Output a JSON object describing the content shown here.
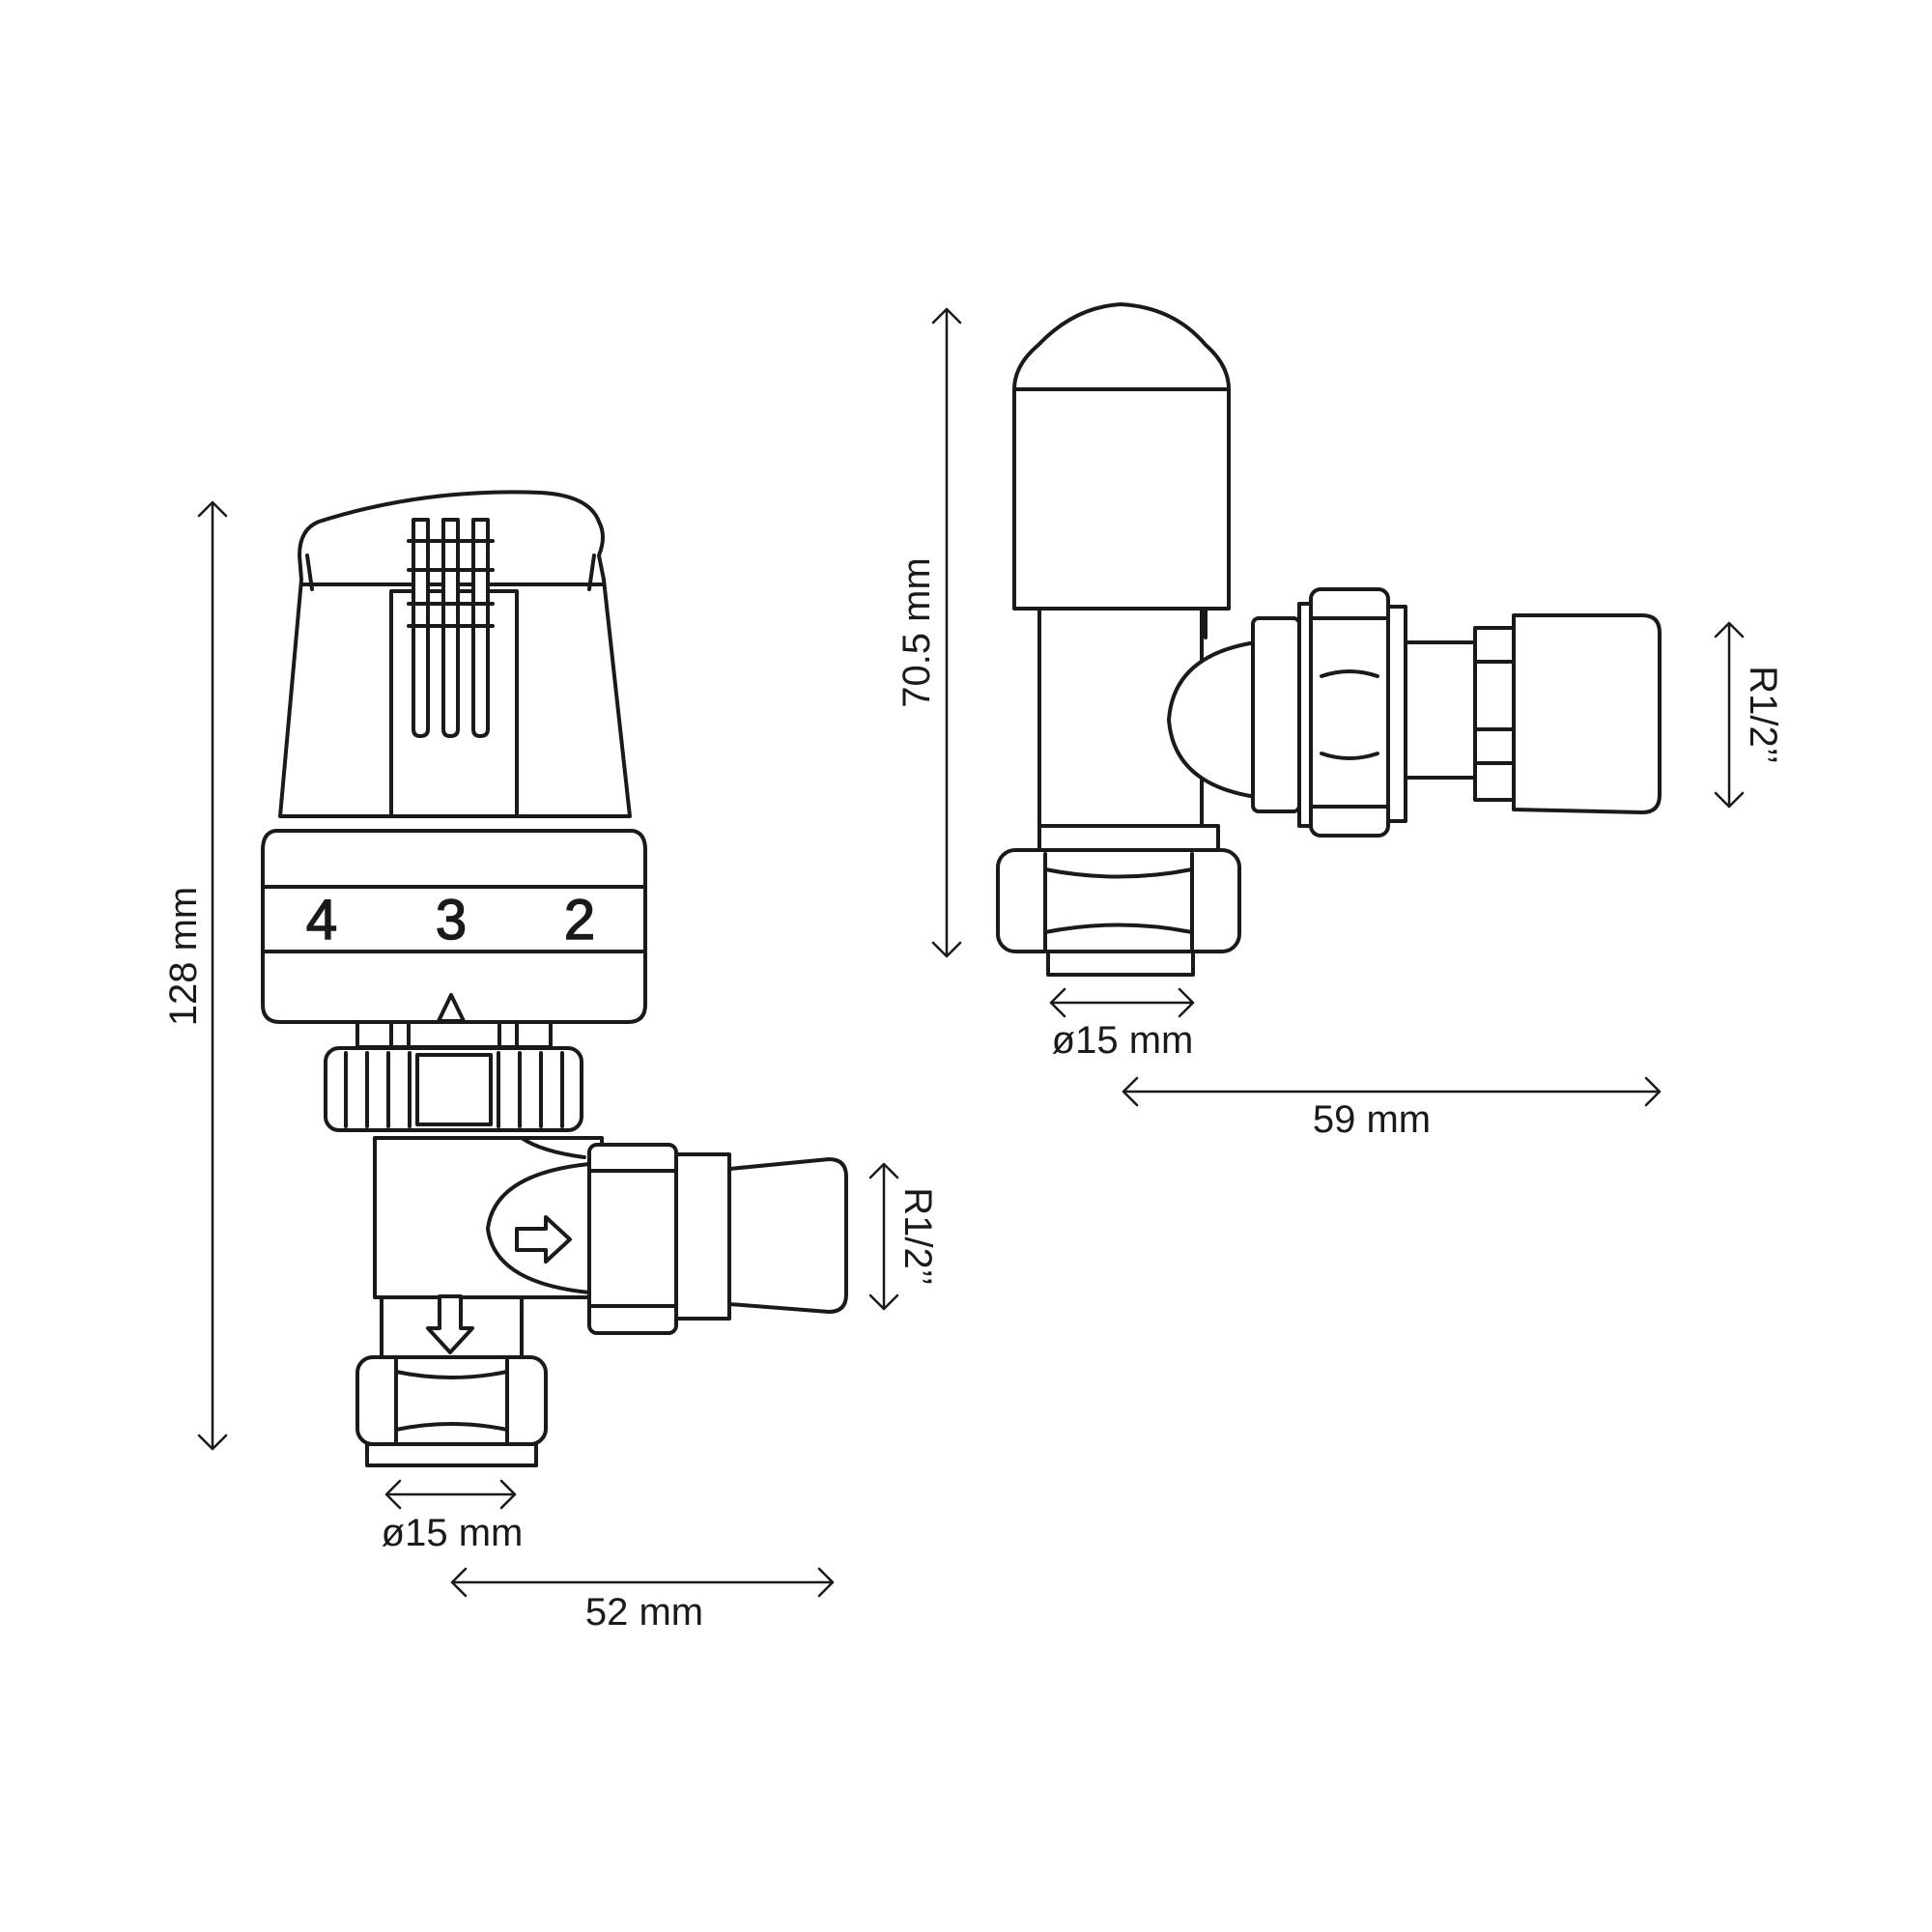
{
  "trv_valve": {
    "dial_numbers": [
      "4",
      "3",
      "2"
    ],
    "height": "128 mm",
    "width": "52 mm",
    "pipe_diameter": "ø15 mm",
    "thread": "R1/2’’"
  },
  "lockshield_valve": {
    "height": "70.5 mm",
    "width": "59 mm",
    "pipe_diameter": "ø15 mm",
    "thread": "R1/2’’"
  }
}
